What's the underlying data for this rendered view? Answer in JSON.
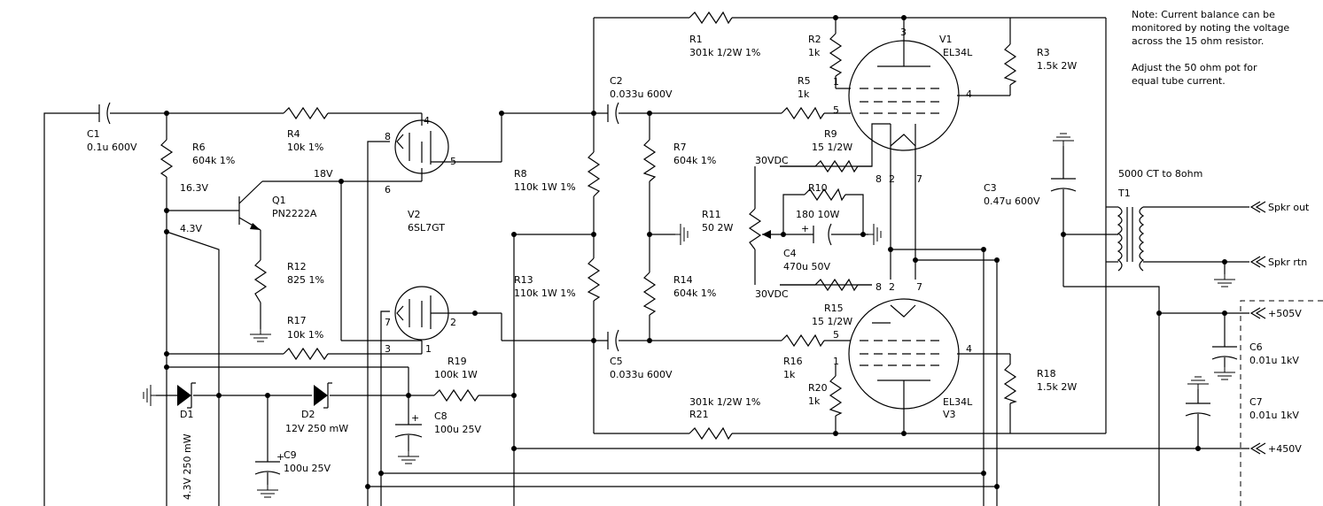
{
  "note": {
    "lines": [
      "Note: Current balance can be",
      "monitored by noting the voltage",
      "across the 15 ohm resistor.",
      "",
      "Adjust the 50 ohm pot for",
      "equal tube current."
    ]
  },
  "components": {
    "C1": {
      "ref": "C1",
      "value": "0.1u 600V"
    },
    "R6": {
      "ref": "R6",
      "value": "604k 1%"
    },
    "R4": {
      "ref": "R4",
      "value": "10k 1%"
    },
    "Q1": {
      "ref": "Q1",
      "value": "PN2222A"
    },
    "R12": {
      "ref": "R12",
      "value": "825 1%"
    },
    "R17": {
      "ref": "R17",
      "value": "10k 1%"
    },
    "V2": {
      "ref": "V2",
      "value": "6SL7GT"
    },
    "R19": {
      "ref": "R19",
      "value": "100k 1W"
    },
    "C8": {
      "ref": "C8",
      "value": "100u 25V"
    },
    "D1": {
      "ref": "D1",
      "value": "4.3V 250 mW"
    },
    "D2": {
      "ref": "D2",
      "value": "12V 250 mW"
    },
    "C9": {
      "ref": "C9",
      "value": "100u 25V"
    },
    "R8": {
      "ref": "R8",
      "value": "110k 1W 1%"
    },
    "R13": {
      "ref": "R13",
      "value": "110k 1W 1%"
    },
    "C2": {
      "ref": "C2",
      "value": "0.033u 600V"
    },
    "C5": {
      "ref": "C5",
      "value": "0.033u 600V"
    },
    "R7": {
      "ref": "R7",
      "value": "604k 1%"
    },
    "R14": {
      "ref": "R14",
      "value": "604k 1%"
    },
    "R1": {
      "ref": "R1",
      "value": "301k 1/2W 1%"
    },
    "R21": {
      "ref": "R21",
      "value": "301k 1/2W 1%"
    },
    "R2": {
      "ref": "R2",
      "value": "1k"
    },
    "R5": {
      "ref": "R5",
      "value": "1k"
    },
    "R9": {
      "ref": "R9",
      "value": "15 1/2W"
    },
    "R15": {
      "ref": "R15",
      "value": "15 1/2W"
    },
    "R10": {
      "ref": "R10",
      "value": "180 10W"
    },
    "C4": {
      "ref": "C4",
      "value": "470u 50V"
    },
    "R11": {
      "ref": "R11",
      "value": "50 2W"
    },
    "R16": {
      "ref": "R16",
      "value": "1k"
    },
    "R20": {
      "ref": "R20",
      "value": "1k"
    },
    "V1": {
      "ref": "V1",
      "value": "EL34L"
    },
    "V3": {
      "ref": "V3",
      "value": "EL34L"
    },
    "R3": {
      "ref": "R3",
      "value": "1.5k 2W"
    },
    "R18": {
      "ref": "R18",
      "value": "1.5k 2W"
    },
    "C3": {
      "ref": "C3",
      "value": "0.47u 600V"
    },
    "T1": {
      "ref": "T1",
      "value": "5000 CT to 8ohm"
    },
    "C6": {
      "ref": "C6",
      "value": "0.01u 1kV"
    },
    "C7": {
      "ref": "C7",
      "value": "0.01u 1kV"
    }
  },
  "voltages": {
    "v18": "18V",
    "v16": "16.3V",
    "v4": "4.3V",
    "bias_top": "30VDC",
    "bias_bot": "30VDC"
  },
  "pins": {
    "v2_top": [
      "4",
      "8",
      "6",
      "5"
    ],
    "v2_bot": [
      "7",
      "3",
      "1",
      "2"
    ],
    "v1": [
      "3",
      "1",
      "5",
      "4",
      "8",
      "2",
      "7"
    ],
    "v3": [
      "8",
      "2",
      "7",
      "5",
      "4",
      "1"
    ]
  },
  "terminals": {
    "spkr_out": "Spkr out",
    "spkr_rtn": "Spkr rtn",
    "b505": "+505V",
    "b450": "+450V"
  }
}
